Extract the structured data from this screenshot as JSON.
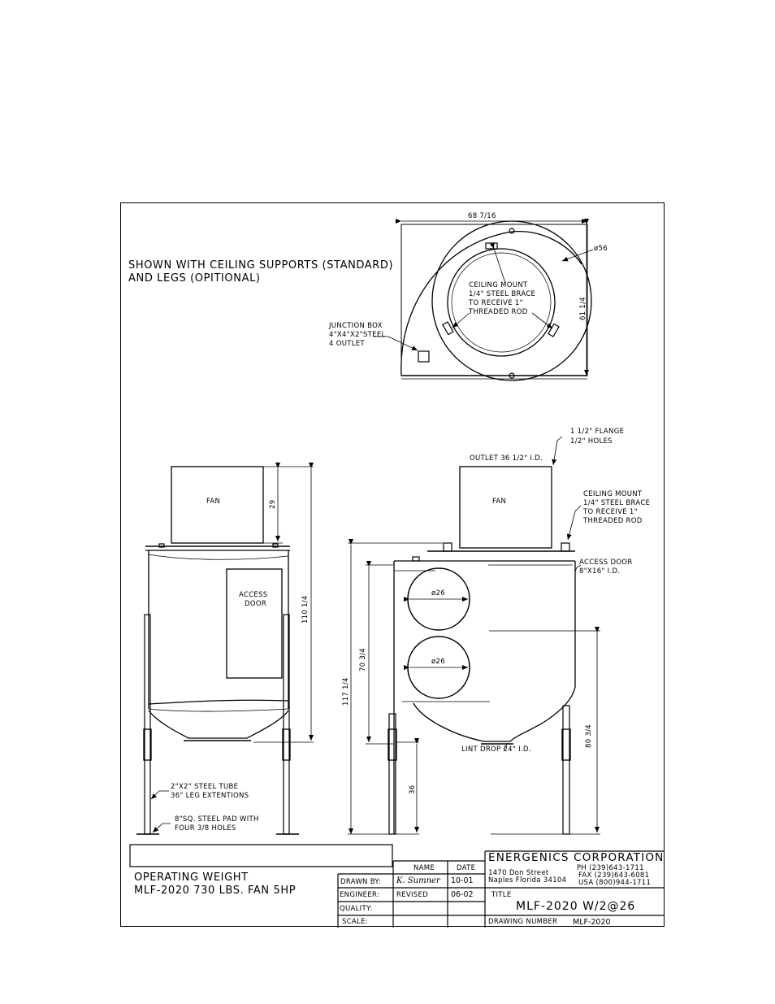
{
  "notes": {
    "shown_with": "SHOWN WITH CEILING SUPPORTS (STANDARD)",
    "and_legs": "AND LEGS (OPITIONAL)",
    "operating_weight": "OPERATING WEIGHT",
    "model_spec": "MLF-2020 730 LBS. FAN 5HP"
  },
  "top_view": {
    "width_dim": "68 7/16",
    "depth_dim": "61 1/4",
    "diameter": "ø56",
    "ceiling_mount": [
      "CEILING MOUNT",
      "1/4\" STEEL BRACE",
      "TO RECEIVE 1\"",
      "THREADED ROD"
    ],
    "junction_box": [
      "JUNCTION BOX",
      "4\"X4\"X2\"STEEL",
      "4 OUTLET"
    ]
  },
  "side_view": {
    "fan": "FAN",
    "fan_height": "29",
    "total_height": "110 1/4",
    "access_door": [
      "ACCESS",
      "DOOR"
    ],
    "leg_tube": [
      "2\"X2\" STEEL TUBE",
      "36\" LEG EXTENTIONS"
    ],
    "steel_pad": [
      "8\"SQ. STEEL PAD WITH",
      "FOUR 3/8 HOLES"
    ]
  },
  "front_view": {
    "fan": "FAN",
    "flange": [
      "1 1/2\" FLANGE",
      "1/2\" HOLES"
    ],
    "outlet": "OUTLET 36 1/2\" I.D.",
    "ceiling_mount": [
      "CEILING MOUNT",
      "1/4\" STEEL BRACE",
      "TO RECEIVE 1\"",
      "THREADED ROD"
    ],
    "access_door": [
      "ACCESS DOOR",
      "8\"X16\" I.D."
    ],
    "inlet_top": "ø26",
    "inlet_bottom": "ø26",
    "total_height": "117 1/4",
    "inlet_span": "70 3/4",
    "right_height": "80 3/4",
    "leg_height": "36",
    "lint_drop": "LINT DROP 24\" I.D."
  },
  "title_block": {
    "company": "ENERGENICS CORPORATION",
    "address1": "1470 Don Street",
    "address2": "Naples Florida 34104",
    "phone": "PH (239)643-1711",
    "fax": "FAX (239)643-6081",
    "usa": "USA (800)944-1711",
    "hdr_name": "NAME",
    "hdr_date": "DATE",
    "drawn_by_label": "DRAWN BY:",
    "drawn_by_name": "K. Sumner",
    "drawn_by_date": "10-01",
    "engineer_label": "ENGINEER:",
    "engineer_name": "REVISED",
    "engineer_date": "06-02",
    "quality_label": "QUALITY:",
    "scale_label": "SCALE:",
    "title_label": "TITLE",
    "title_value": "MLF-2020 W/2@26",
    "drawing_number_label": "DRAWING NUMBER",
    "drawing_number_value": "MLF-2020"
  }
}
